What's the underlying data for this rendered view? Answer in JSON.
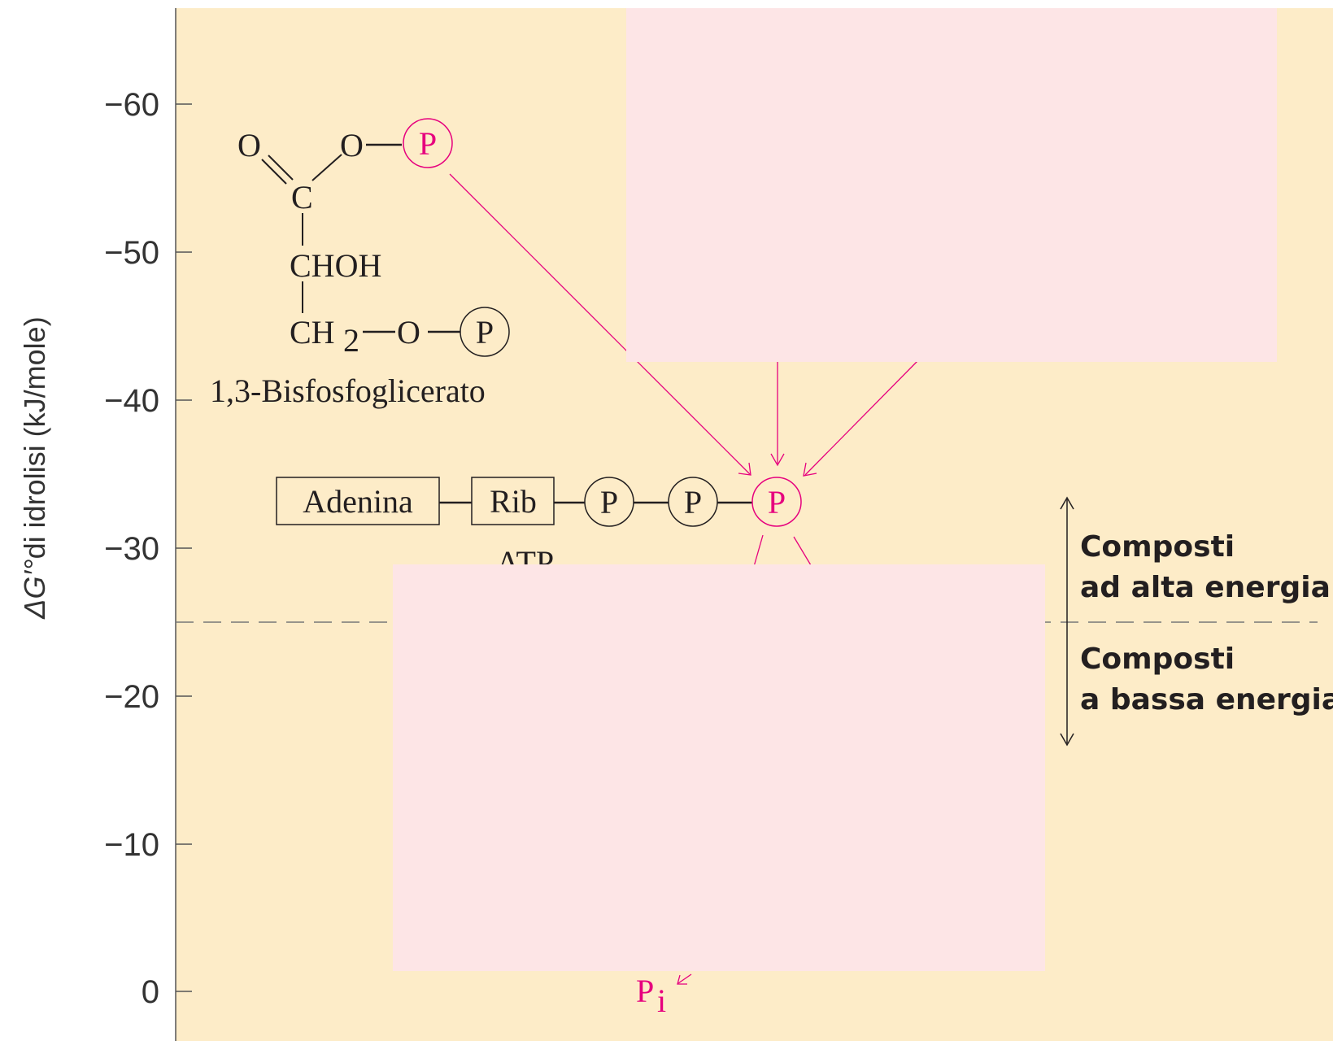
{
  "axis": {
    "ylabel_prefix": "ΔG′°",
    "ylabel_rest": "di idrolisi (kJ/mole)",
    "ticks": [
      "−60",
      "−50",
      "−40",
      "−30",
      "−20",
      "−10",
      "0"
    ]
  },
  "molecule_bpg": {
    "atom_o1": "O",
    "atom_o2": "O",
    "atom_p1": "P",
    "atom_c": "C",
    "group_choh": "CHOH",
    "group_ch2": "CH",
    "subscript_2": "2",
    "atom_o3": "O",
    "atom_p2": "P",
    "name": "1,3-Bisfosfoglicerato"
  },
  "molecule_atp": {
    "base_label": "Adenina",
    "sugar_label": "Rib",
    "phosphate_1": "P",
    "phosphate_2": "P",
    "phosphate_3": "P",
    "name_partial": "ATP"
  },
  "product": {
    "main": "P",
    "subscript": "i"
  },
  "legend": {
    "high_line1": "Composti",
    "high_line2": "ad alta energia",
    "low_line1": "Composti",
    "low_line2": "a bassa energia"
  },
  "colors": {
    "background": "#fdecc8",
    "redaction": "#fde5e6",
    "accent": "#e6007e",
    "ink": "#231f20"
  }
}
